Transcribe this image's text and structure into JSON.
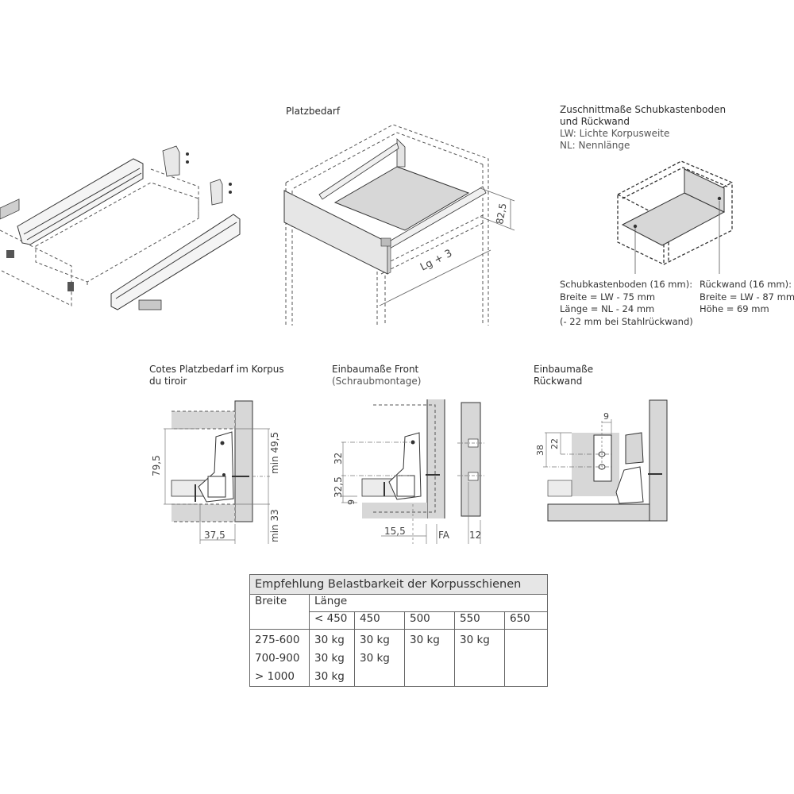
{
  "sections": {
    "platzbedarf": {
      "title": "Platzbedarf",
      "dim_height": "82,5",
      "dim_length": "Lg + 3"
    },
    "zuschnitt": {
      "title_line1": "Zuschnittmaße Schubkastenboden",
      "title_line2": "und Rückwand",
      "legend_lw": "LW: Lichte Korpusweite",
      "legend_nl": "NL: Nennlänge",
      "boden": {
        "label": "Schubkastenboden (16 mm):",
        "breite": "Breite = LW - 75 mm",
        "laenge": "Länge = NL - 24 mm",
        "note": "(- 22 mm bei Stahlrückwand)"
      },
      "rueckwand": {
        "label": "Rückwand (16 mm):",
        "breite": "Breite = LW - 87 mm",
        "hoehe": "Höhe = 69 mm"
      }
    },
    "cotes": {
      "title_line1": "Cotes Platzbedarf im Korpus",
      "title_line2": "du tiroir",
      "dim_height": "79,5",
      "dim_width": "37,5",
      "dim_min_top": "min 49,5",
      "dim_min_bottom": "min 33"
    },
    "front": {
      "title": "Einbaumaße Front",
      "subtitle": "(Schraubmontage)",
      "dim_32": "32",
      "dim_32_5": "32,5",
      "dim_9": "9",
      "dim_15_5": "15,5",
      "dim_fa": "FA",
      "dim_12": "12"
    },
    "rueckwand_einbau": {
      "title_line1": "Einbaumaße",
      "title_line2": "Rückwand",
      "dim_9": "9",
      "dim_22": "22",
      "dim_38": "38"
    }
  },
  "load_table": {
    "title": "Empfehlung Belastbarkeit der Korpusschienen",
    "row_header": "Breite",
    "group_header": "Länge",
    "columns": [
      "< 450",
      "450",
      "500",
      "550",
      "650"
    ],
    "rows": [
      {
        "breite": "275-600",
        "values": [
          "30 kg",
          "30 kg",
          "30 kg",
          "30 kg",
          ""
        ]
      },
      {
        "breite": "700-900",
        "values": [
          "30 kg",
          "30 kg",
          "",
          "",
          ""
        ]
      },
      {
        "breite": "> 1000",
        "values": [
          "30 kg",
          "",
          "",
          "",
          ""
        ]
      }
    ]
  },
  "colors": {
    "panel_gray": "#d7d7d7",
    "line": "#3a3a3a",
    "dash": "#555555",
    "table_header": "#e6e6e6"
  }
}
